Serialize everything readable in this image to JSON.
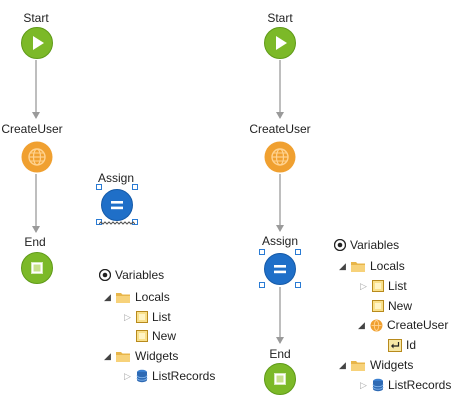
{
  "left_flow": {
    "start_label": "Start",
    "create_label": "CreateUser",
    "end_label": "End",
    "assign_label": "Assign"
  },
  "left_tree": {
    "root_label": "Variables",
    "locals_label": "Locals",
    "list_label": "List",
    "new_label": "New",
    "widgets_label": "Widgets",
    "listrecords_label": "ListRecords"
  },
  "right_flow": {
    "start_label": "Start",
    "create_label": "CreateUser",
    "assign_label": "Assign",
    "end_label": "End"
  },
  "right_tree": {
    "root_label": "Variables",
    "locals_label": "Locals",
    "list_label": "List",
    "new_label": "New",
    "createuser_label": "CreateUser",
    "id_label": "Id",
    "widgets_label": "Widgets",
    "listrecords_label": "ListRecords"
  },
  "colors": {
    "green": "#7cb928",
    "orange": "#f0a030",
    "blue": "#1f6fc8",
    "folder": "#f2c14e",
    "connector": "#9a9a9a"
  }
}
